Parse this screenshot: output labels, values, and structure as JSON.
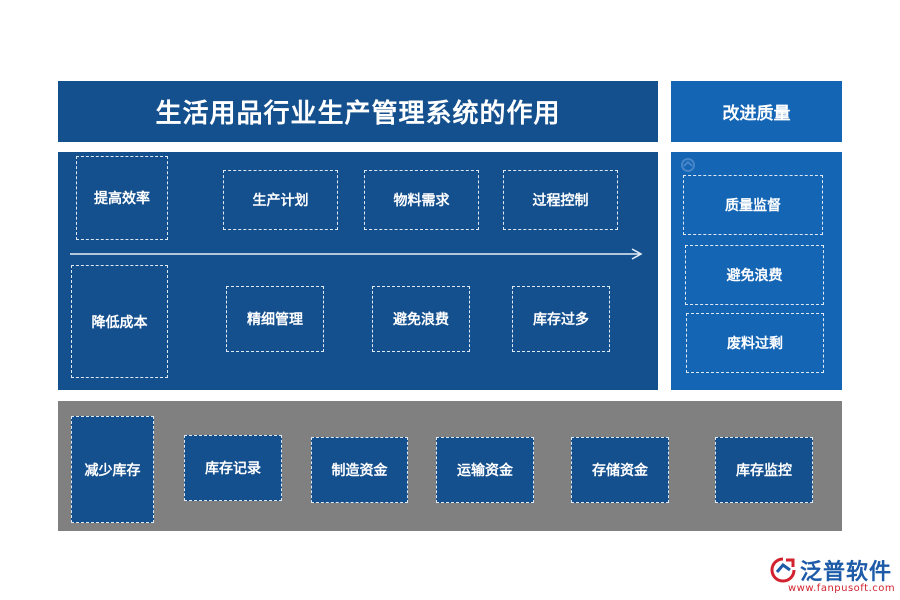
{
  "header": {
    "title": "生活用品行业生产管理系统的作用",
    "right_title": "改进质量"
  },
  "efficiency": {
    "label": "提高效率",
    "items": [
      "生产计划",
      "物料需求",
      "过程控制"
    ]
  },
  "cost": {
    "label": "降低成本",
    "items": [
      "精细管理",
      "避免浪费",
      "库存过多"
    ]
  },
  "quality": {
    "items": [
      "质量监督",
      "避免浪费",
      "废料过剩"
    ]
  },
  "inventory": {
    "label": "减少库存",
    "items": [
      "库存记录",
      "制造资金",
      "运输资金",
      "存储资金",
      "库存监控"
    ]
  },
  "logo": {
    "name": "泛普软件",
    "url": "www.fanpusoft.com"
  },
  "colors": {
    "panel_dark": "#15508e",
    "panel_blue": "#1565b5",
    "panel_gray": "#808080",
    "logo_blue": "#1d5aa8",
    "logo_red": "#d2222d"
  }
}
